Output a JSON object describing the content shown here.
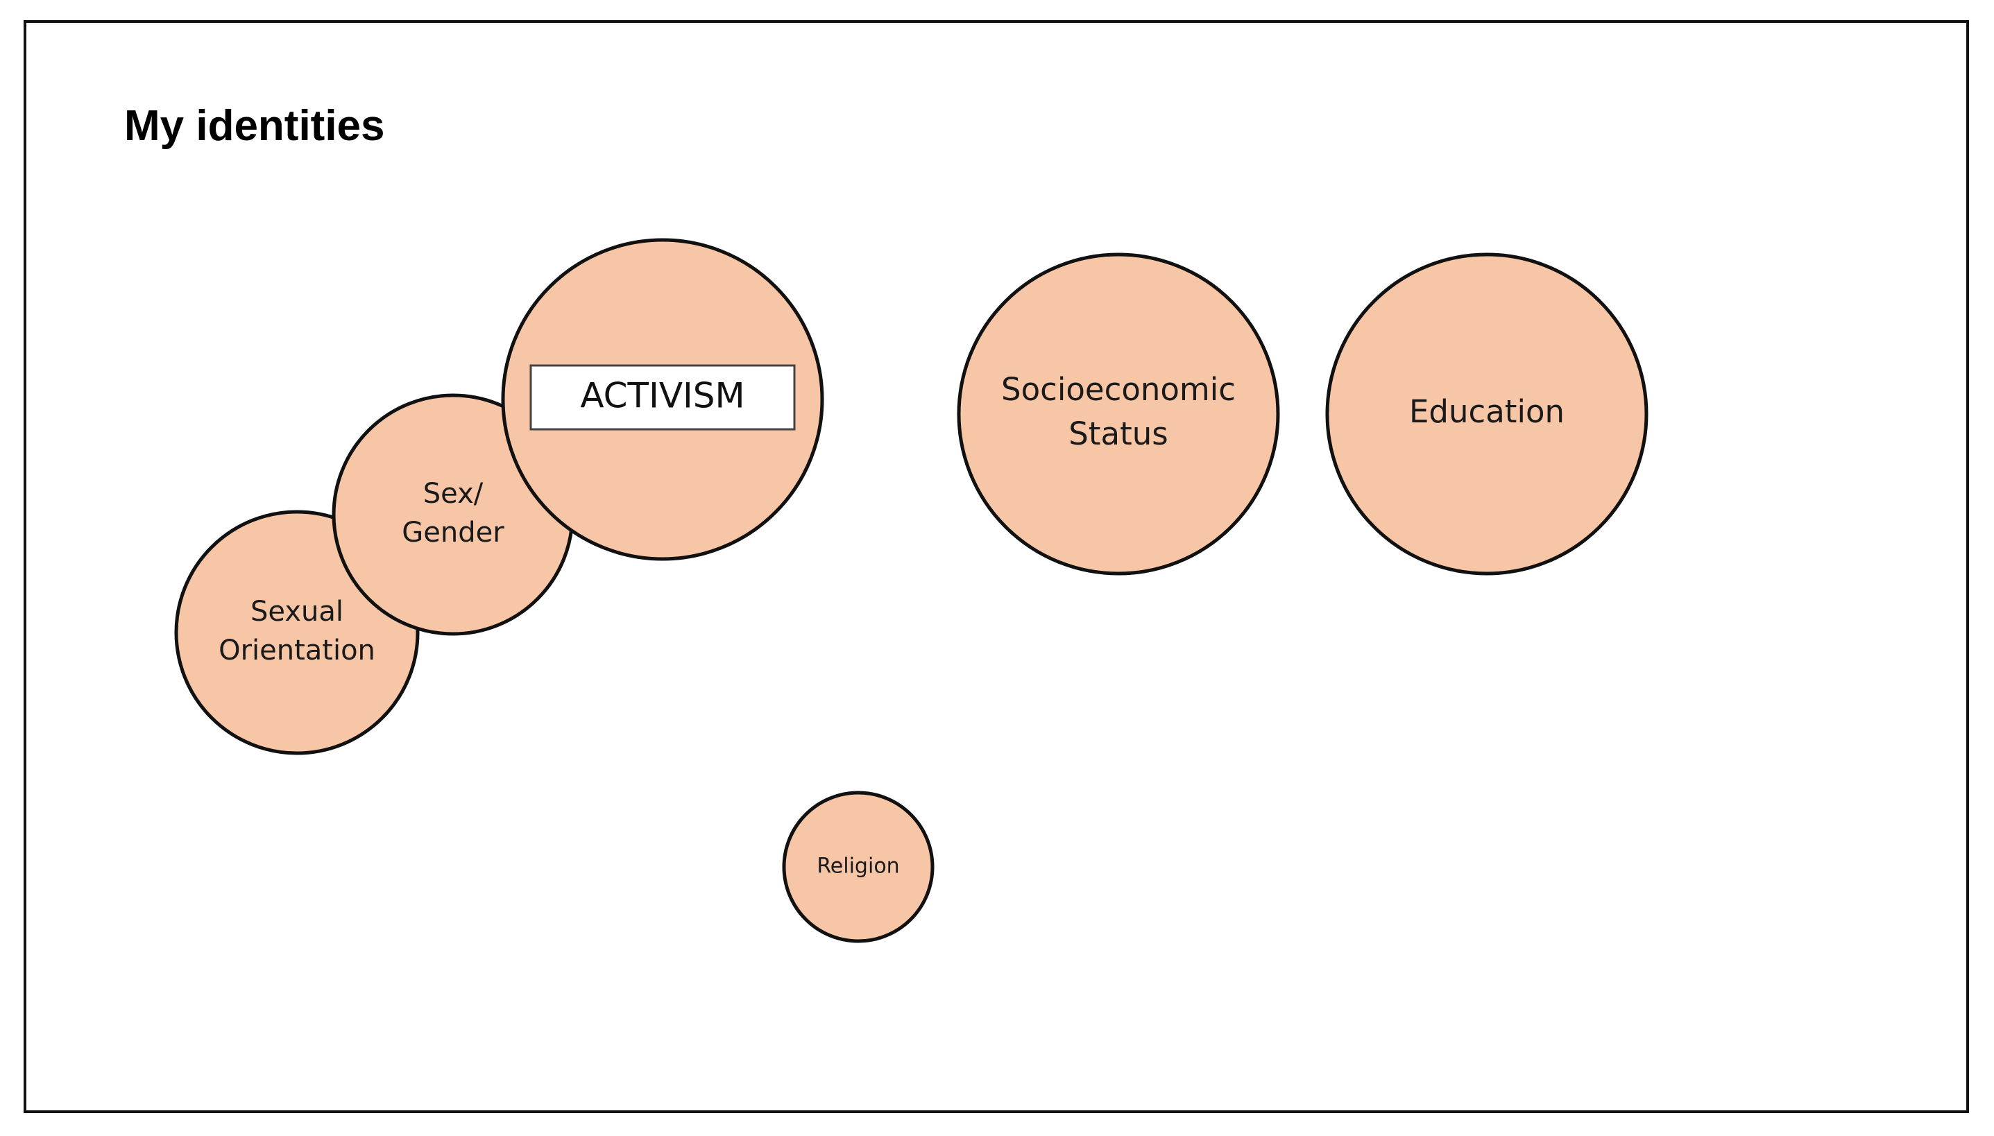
{
  "page": {
    "title": "My identities"
  },
  "colors": {
    "bubble_fill": "#f6c6a6",
    "bubble_stroke": "#111111",
    "frame": "#111111"
  },
  "identities": [
    {
      "id": "sexual-orientation",
      "lines": [
        "Sexual",
        "Orientation"
      ]
    },
    {
      "id": "sex-gender",
      "lines": [
        "Sex/",
        "Gender"
      ]
    },
    {
      "id": "activism",
      "lines": []
    },
    {
      "id": "socioeconomic-status",
      "lines": [
        "Socioeconomic",
        "Status"
      ]
    },
    {
      "id": "education",
      "lines": [
        "Education"
      ]
    },
    {
      "id": "religion",
      "lines": [
        "Religion"
      ]
    }
  ],
  "activism_box": {
    "label": "ACTIVISM"
  }
}
